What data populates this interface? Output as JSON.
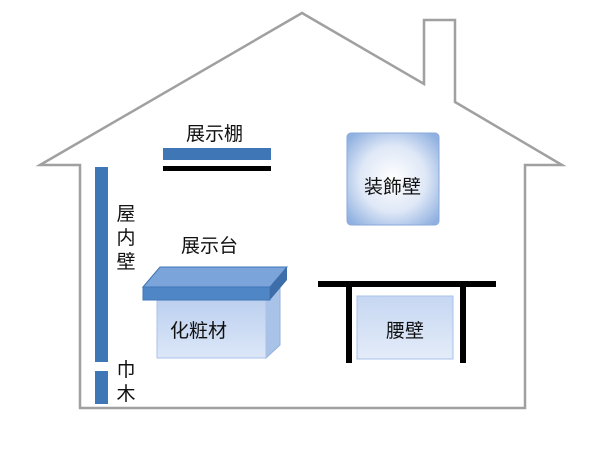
{
  "labels": {
    "display_shelf": "展示棚",
    "decorative_wall": "装飾壁",
    "interior_wall": "屋内壁",
    "display_stand": "展示台",
    "cosmetic_material": "化粧材",
    "wainscot": "腰壁",
    "baseboard": "巾木"
  },
  "colors": {
    "outline": "#a0a0a0",
    "accent_blue": "#3f76b5",
    "panel_fill": "#c9daf3",
    "panel_edge": "#7aa0d6",
    "black": "#000000"
  }
}
